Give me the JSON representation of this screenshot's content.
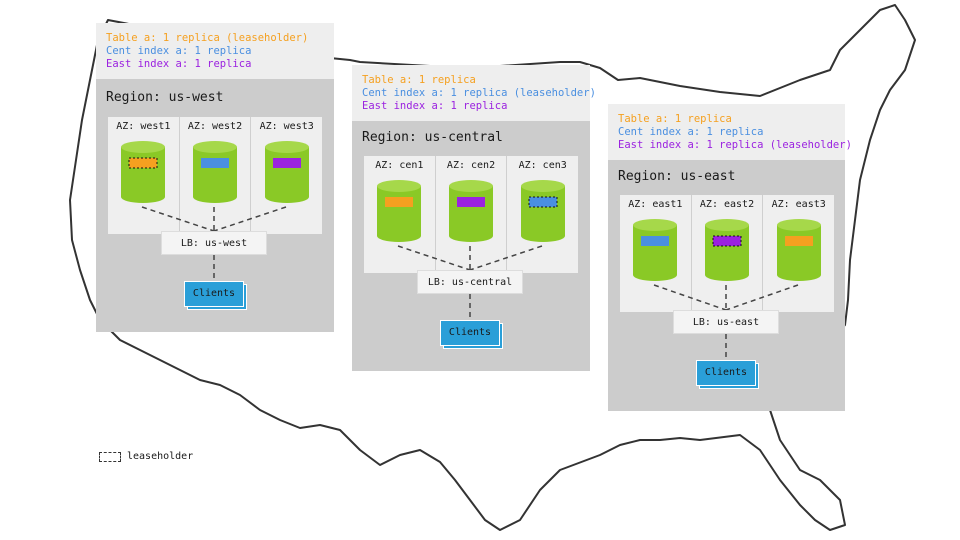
{
  "colors": {
    "orange": "#f5a020",
    "blue": "#4a8fe0",
    "purple": "#9b22e0",
    "cylinder": "#8ac926",
    "clients": "#2a9fd8"
  },
  "regions": [
    {
      "title": "Region: us-west",
      "replicas": [
        "Table a: 1 replica (leaseholder)",
        "Cent index a: 1 replica",
        "East index a: 1 replica"
      ],
      "azs": [
        {
          "label": "AZ: west1",
          "range": "orange",
          "leaseholder": true
        },
        {
          "label": "AZ: west2",
          "range": "blue",
          "leaseholder": false
        },
        {
          "label": "AZ: west3",
          "range": "purple",
          "leaseholder": false
        }
      ],
      "lb": "LB: us-west",
      "clients": "Clients"
    },
    {
      "title": "Region: us-central",
      "replicas": [
        "Table a: 1 replica",
        "Cent index a: 1 replica (leaseholder)",
        "East index a: 1 replica"
      ],
      "azs": [
        {
          "label": "AZ: cen1",
          "range": "orange",
          "leaseholder": false
        },
        {
          "label": "AZ: cen2",
          "range": "purple",
          "leaseholder": false
        },
        {
          "label": "AZ: cen3",
          "range": "blue",
          "leaseholder": true
        }
      ],
      "lb": "LB: us-central",
      "clients": "Clients"
    },
    {
      "title": "Region: us-east",
      "replicas": [
        "Table a: 1 replica",
        "Cent index a: 1 replica",
        "East index a: 1 replica (leaseholder)"
      ],
      "azs": [
        {
          "label": "AZ: east1",
          "range": "blue",
          "leaseholder": false
        },
        {
          "label": "AZ: east2",
          "range": "purple",
          "leaseholder": true
        },
        {
          "label": "AZ: east3",
          "range": "orange",
          "leaseholder": false
        }
      ],
      "lb": "LB: us-east",
      "clients": "Clients"
    }
  ],
  "legend": {
    "label": "leaseholder"
  }
}
